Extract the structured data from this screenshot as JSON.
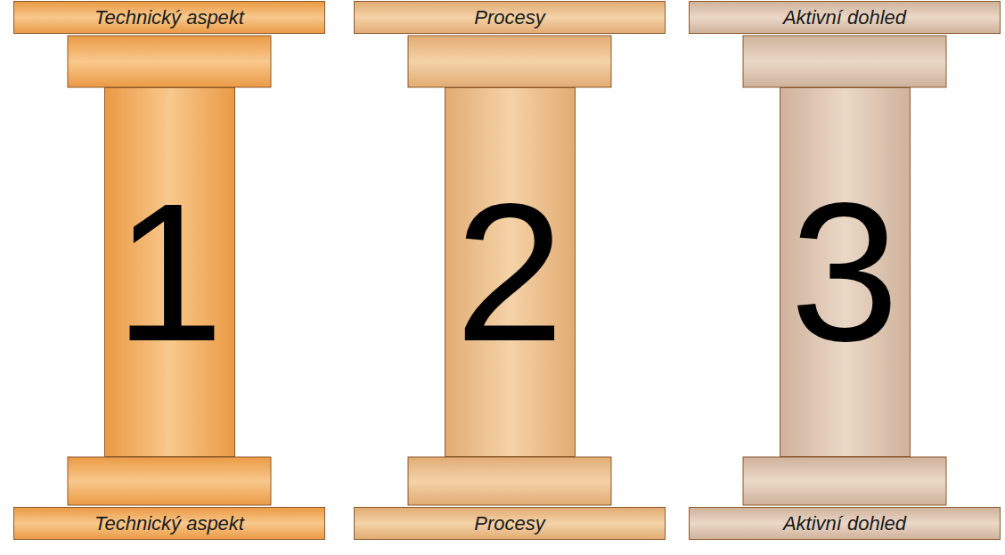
{
  "diagram": {
    "nodes": [
      {
        "text": [
          "Technický aspekt"
        ]
      },
      {
        "text": [
          "Procesy"
        ]
      },
      {
        "text": [
          "Aktivní dohled"
        ]
      },
      {
        "text": [
          "1"
        ]
      },
      {
        "text": [
          "2"
        ]
      },
      {
        "text": [
          "3"
        ]
      },
      {
        "text": [
          "Technický aspekt"
        ]
      },
      {
        "text": [
          "Procesy"
        ]
      },
      {
        "text": [
          "Aktivní dohled"
        ]
      }
    ]
  }
}
